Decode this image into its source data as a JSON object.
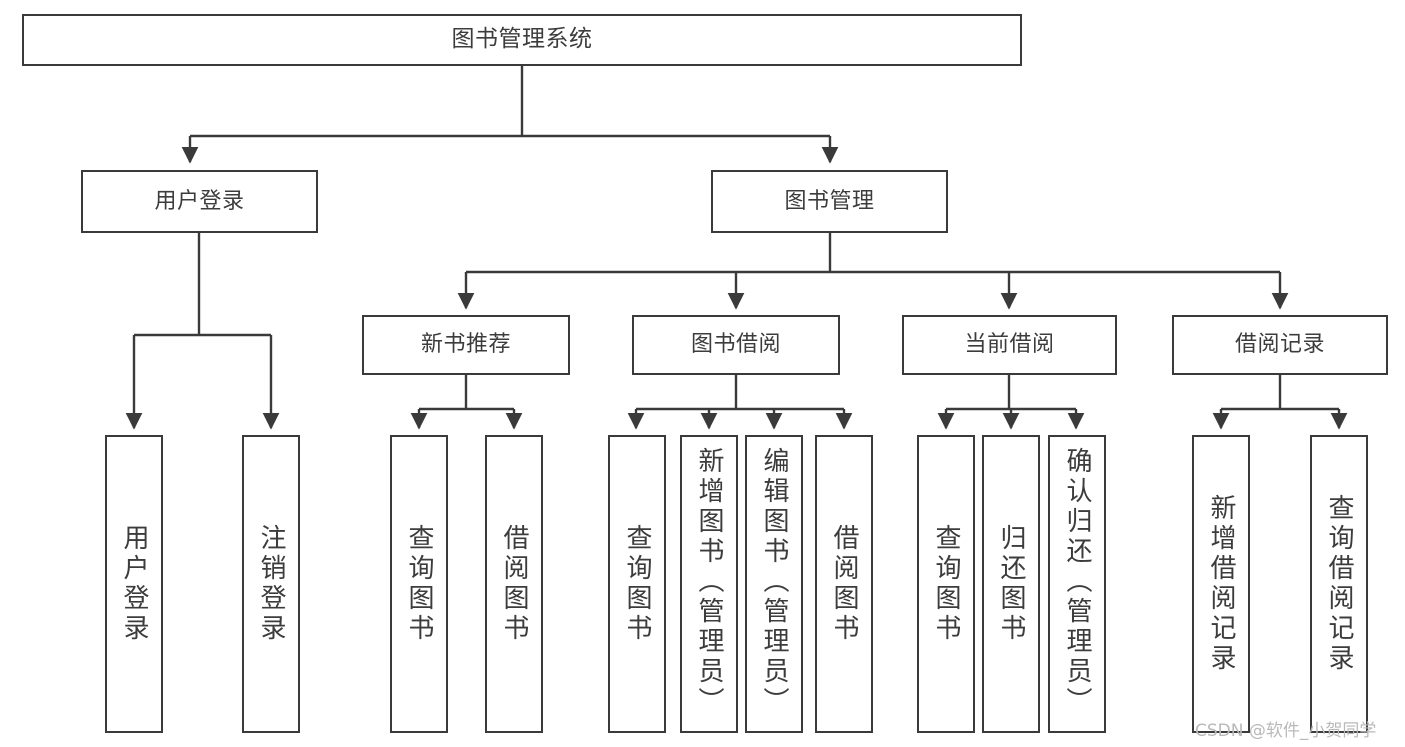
{
  "diagram": {
    "title": "图书管理系统",
    "type": "tree",
    "watermark": "CSDN @软件_小贺同学",
    "colors": {
      "box_border": "#3a3a3a",
      "box_fill": "#ffffff",
      "edge": "#3a3a3a",
      "text": "#3c3c3c",
      "watermark": "#b9b9b9",
      "background": "#ffffff"
    },
    "nodes": {
      "root": {
        "label": "图书管理系统"
      },
      "level2": [
        {
          "id": "user-login",
          "label": "用户登录"
        },
        {
          "id": "book-manage",
          "label": "图书管理"
        }
      ],
      "level3": [
        {
          "id": "new-book-recommend",
          "label": "新书推荐"
        },
        {
          "id": "book-borrow",
          "label": "图书借阅"
        },
        {
          "id": "current-borrow",
          "label": "当前借阅"
        },
        {
          "id": "borrow-record",
          "label": "借阅记录"
        }
      ],
      "leaves": {
        "user-login": [
          {
            "id": "leaf-user-login",
            "label": "用户登录"
          },
          {
            "id": "leaf-user-logout",
            "label": "注销登录"
          }
        ],
        "new-book-recommend": [
          {
            "id": "leaf-query-book-1",
            "label": "查询图书"
          },
          {
            "id": "leaf-borrow-book-1",
            "label": "借阅图书"
          }
        ],
        "book-borrow": [
          {
            "id": "leaf-query-book-2",
            "label": "查询图书"
          },
          {
            "id": "leaf-add-book",
            "label": "新增图书（管理员）"
          },
          {
            "id": "leaf-edit-book",
            "label": "编辑图书（管理员）"
          },
          {
            "id": "leaf-borrow-book-2",
            "label": "借阅图书"
          }
        ],
        "current-borrow": [
          {
            "id": "leaf-query-book-3",
            "label": "查询图书"
          },
          {
            "id": "leaf-return-book",
            "label": "归还图书"
          },
          {
            "id": "leaf-confirm-return",
            "label": "确认归还（管理员）"
          }
        ],
        "borrow-record": [
          {
            "id": "leaf-add-record",
            "label": "新增借阅记录"
          },
          {
            "id": "leaf-query-record",
            "label": "查询借阅记录"
          }
        ]
      }
    }
  }
}
